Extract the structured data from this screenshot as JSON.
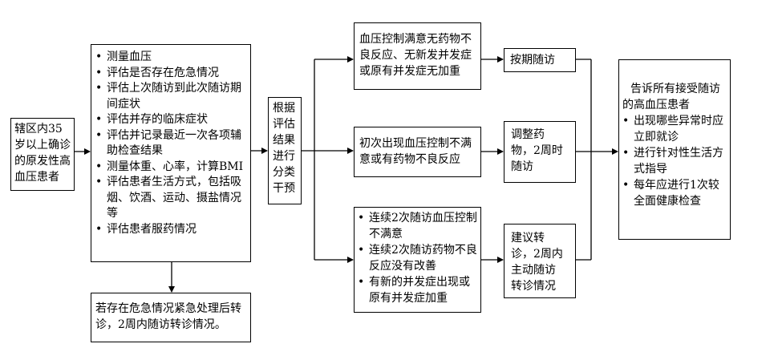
{
  "patient": {
    "lines": [
      "辖区内35",
      "岁以上确诊",
      "的原发性高",
      "血压患者"
    ]
  },
  "assessment": {
    "items": [
      [
        "测量血压"
      ],
      [
        "评估是否存在危急情况"
      ],
      [
        "评估上次随访到此次随访期",
        "间症状"
      ],
      [
        "评估并存的临床症状"
      ],
      [
        "评估并记录最近一次各项辅",
        "助检查结果"
      ],
      [
        "测量体重、心率，计算BMI"
      ],
      [
        "评估患者生活方式，包括吸",
        "烟、饮酒、运动、摄盐情况",
        "等"
      ],
      [
        "评估患者服药情况"
      ]
    ]
  },
  "emergency": {
    "lines": [
      "若存在危急情况紧急处理后转",
      "诊，2周内随访转诊情况。"
    ]
  },
  "classify": {
    "lines": [
      "根据",
      "评估",
      "结果",
      "进行",
      "分类",
      "干预"
    ]
  },
  "cond1": {
    "lines": [
      "血压控制满意无药物不",
      "良反应、无新发并发症",
      "或原有并发症无加重"
    ]
  },
  "cond2": {
    "lines": [
      "初次出现血压控制不满",
      "意或有药物不良反应"
    ]
  },
  "cond3": {
    "items": [
      [
        "连续2次随访血压控制",
        "不满意"
      ],
      [
        "连续2次随访药物不良",
        "反应没有改善"
      ],
      [
        "有新的并发症出现或",
        "原有并发症加重"
      ]
    ]
  },
  "action1": {
    "lines": [
      "按期随访"
    ]
  },
  "action2": {
    "lines": [
      "调整药",
      "物，2周时",
      "随访"
    ]
  },
  "action3": {
    "lines": [
      "建议转",
      "诊，2周内",
      "主动随访",
      "转诊情况"
    ]
  },
  "final": {
    "intro": [
      "告诉所有接受随访",
      "的高血压患者"
    ],
    "items": [
      [
        "出现哪些异常时应",
        "立即就诊"
      ],
      [
        "进行针对性生活方",
        "式指导"
      ],
      [
        "每年应进行1次较",
        "全面健康检查"
      ]
    ]
  }
}
